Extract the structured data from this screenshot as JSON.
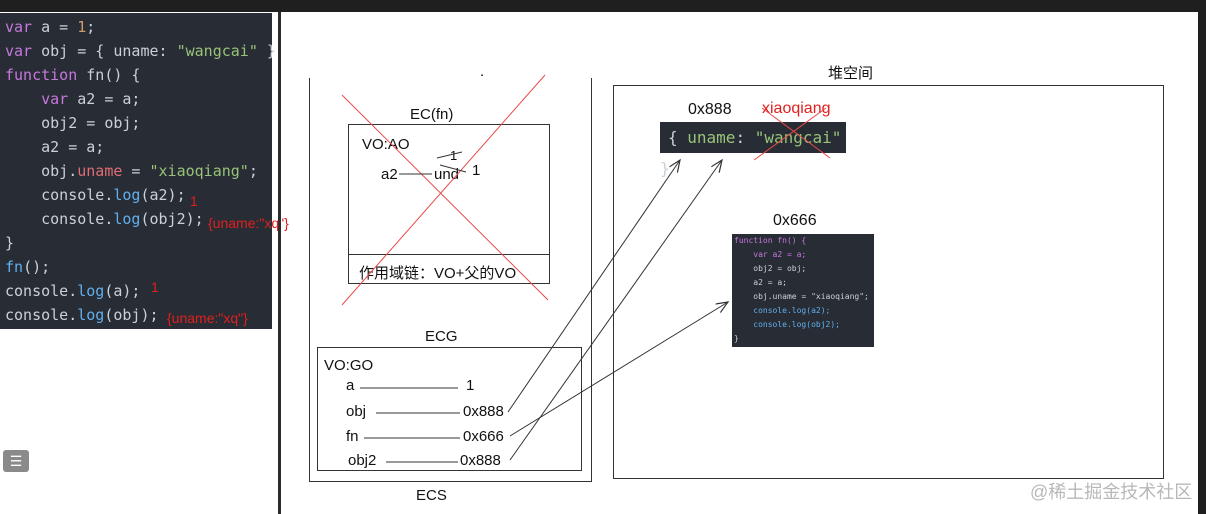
{
  "code": {
    "lines": [
      [
        "var",
        " a = ",
        "1",
        ";"
      ],
      [
        "var",
        " obj = { uname: ",
        "\"wangcai\"",
        " }"
      ],
      [
        "function",
        " fn() {"
      ],
      [
        "    var",
        " a2 = a;"
      ],
      [
        "    obj2 = obj;"
      ],
      [
        "    a2 = a;"
      ],
      [
        "    obj.",
        "uname",
        " = ",
        "\"xiaoqiang\"",
        ";"
      ],
      [
        "    console.",
        "log",
        "(a2);"
      ],
      [
        "    console.",
        "log",
        "(obj2);"
      ],
      [
        "}"
      ],
      [
        "fn",
        "();"
      ],
      [
        "console.",
        "log",
        "(a);"
      ],
      [
        "console.",
        "log",
        "(obj);"
      ]
    ],
    "annotations": {
      "a2_out": "1",
      "obj2_out": "{uname:\"xq\"}",
      "a_out": "1",
      "obj_out": "{uname:\"xq\"}"
    }
  },
  "ecs": {
    "label": "ECS",
    "top_dot": "."
  },
  "ec_fn": {
    "title": "EC(fn)",
    "vo": "VO:AO",
    "var_name": "a2",
    "var_value": "und",
    "overwritten_top": "1",
    "overwritten_right": "1",
    "scope_chain": "作用域链：VO+父的VO"
  },
  "ecg": {
    "title": "ECG",
    "vo": "VO:GO",
    "vars": [
      {
        "name": "a",
        "value": "1"
      },
      {
        "name": "obj",
        "value": "0x888"
      },
      {
        "name": "fn",
        "value": "0x666"
      },
      {
        "name": "obj2",
        "value": "0x888"
      }
    ]
  },
  "heap": {
    "title": "堆空间",
    "obj_addr": "0x888",
    "obj_new_value": "xiaoqiang",
    "obj_content": {
      "open": "{ ",
      "key": "uname",
      "colon": ": ",
      "value": "\"wangcai\"",
      "close": " }"
    },
    "fn_addr": "0x666",
    "fn_code": [
      "function fn() {",
      "    var a2 = a;",
      "    obj2 = obj;",
      "    a2 = a;",
      "    obj.uname = \"xiaoqiang\";",
      "    console.log(a2);",
      "    console.log(obj2);",
      "}"
    ]
  },
  "watermark": "@稀土掘金技术社区",
  "icons": {
    "list": "list-icon"
  }
}
